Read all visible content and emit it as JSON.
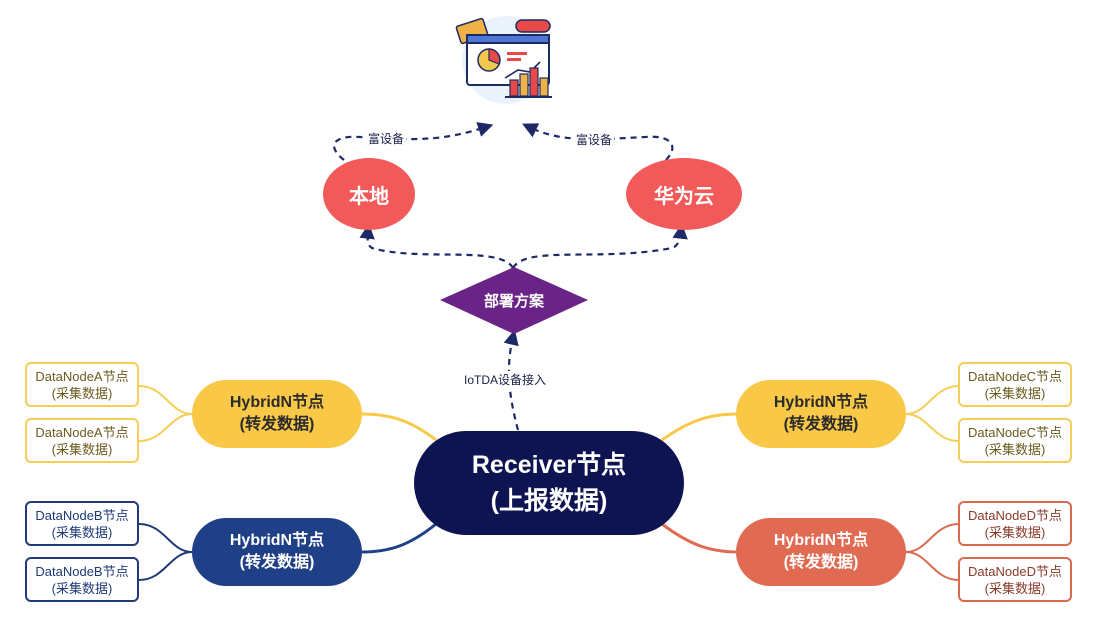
{
  "colors": {
    "root": "#0e1452",
    "deploy": "#6a2487",
    "circle": "#f25a59",
    "yellow": "#f9c846",
    "blue": "#1f3f86",
    "orange": "#e06a52",
    "dashed": "#1e2a68"
  },
  "illustration": {
    "icon": "dashboard-analytics-icon"
  },
  "deployment": {
    "label": "部署方案",
    "local": "本地",
    "cloud": "华为云",
    "edge_left": "富设备",
    "edge_right": "富设备",
    "edge_up": "IoTDA设备接入"
  },
  "root": {
    "line1": "Receiver节点",
    "line2": "(上报数据)"
  },
  "hybrids": {
    "top_left": {
      "line1": "HybridN节点",
      "line2": "(转发数据)"
    },
    "bottom_left": {
      "line1": "HybridN节点",
      "line2": "(转发数据)"
    },
    "top_right": {
      "line1": "HybridN节点",
      "line2": "(转发数据)"
    },
    "bottom_right": {
      "line1": "HybridN节点",
      "line2": "(转发数据)"
    }
  },
  "leaves": {
    "a1": {
      "name": "DataNodeA节点",
      "sub": "(采集数据)"
    },
    "a2": {
      "name": "DataNodeA节点",
      "sub": "(采集数据)"
    },
    "b1": {
      "name": "DataNodeB节点",
      "sub": "(采集数据)"
    },
    "b2": {
      "name": "DataNodeB节点",
      "sub": "(采集数据)"
    },
    "c1": {
      "name": "DataNodeC节点",
      "sub": "(采集数据)"
    },
    "c2": {
      "name": "DataNodeC节点",
      "sub": "(采集数据)"
    },
    "d1": {
      "name": "DataNodeD节点",
      "sub": "(采集数据)"
    },
    "d2": {
      "name": "DataNodeD节点",
      "sub": "(采集数据)"
    }
  }
}
